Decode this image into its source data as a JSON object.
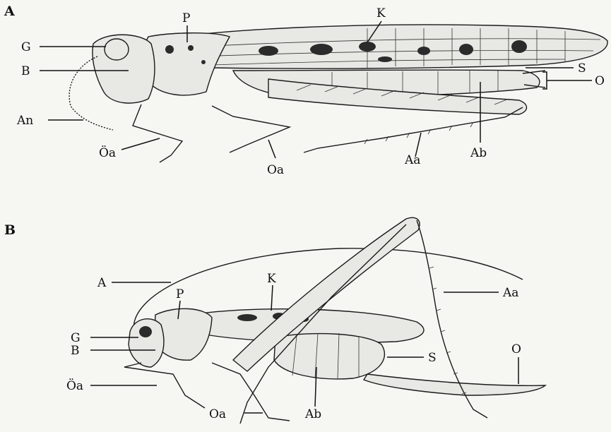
{
  "figure": {
    "panel_a": {
      "title": "A",
      "labels": {
        "G": "G",
        "P": "P",
        "K": "K",
        "B": "B",
        "S": "S",
        "O": "O",
        "An": "An",
        "Oa_fore": "Öa",
        "Oa_mid": "Oa",
        "Aa": "Aa",
        "Ab": "Ab"
      }
    },
    "panel_b": {
      "title": "B",
      "labels": {
        "A": "A",
        "P": "P",
        "K": "K",
        "Aa": "Aa",
        "G": "G",
        "B": "B",
        "S": "S",
        "O": "O",
        "Oa_fore": "Öa",
        "Oa_mid": "Oa",
        "Ab": "Ab"
      }
    }
  }
}
